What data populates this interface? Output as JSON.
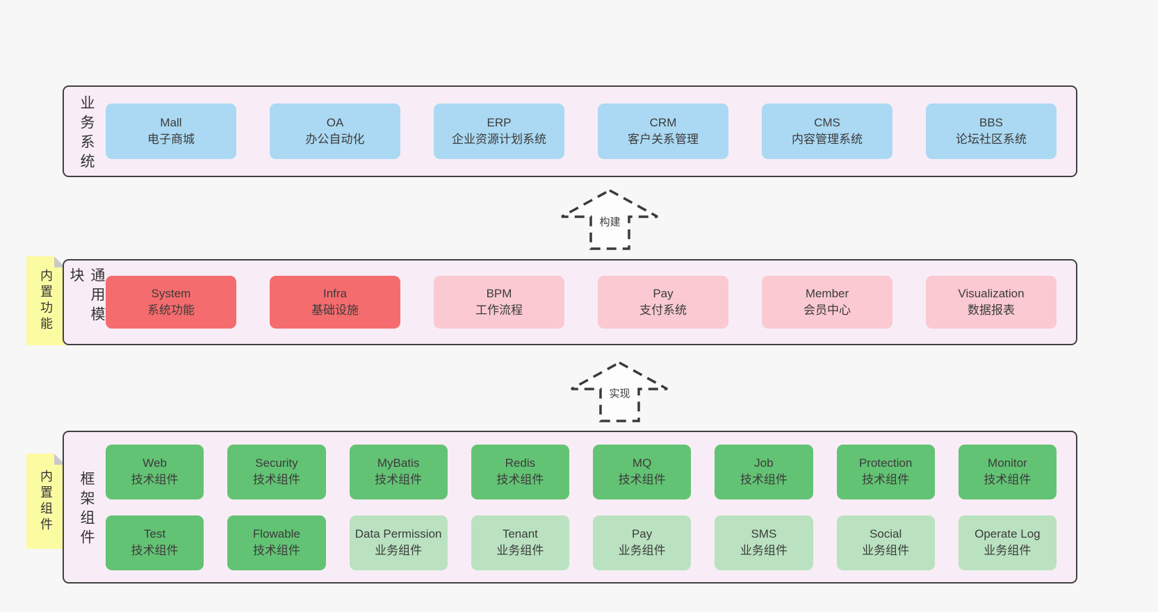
{
  "colors": {
    "background": "#f7f7f7",
    "panel_fill": "#f8edf6",
    "panel_border": "#404040",
    "text": "#3b3b3b",
    "line": "#3a3a3a",
    "arrow_fill": "#fdfdfd",
    "note_yellow": "#fbfba2",
    "note_fold": "#c9c9c9",
    "blue": "#abd9f3",
    "red": "#f56c6e",
    "pink": "#fac9d2",
    "green": "#63c374",
    "green_light": "#bae2c0"
  },
  "arrows": [
    {
      "label": "构建"
    },
    {
      "label": "实现"
    }
  ],
  "layers": [
    {
      "label": "业务系统",
      "note": null,
      "rows": [
        [
          {
            "name": "Mall",
            "subtitle": "电子商城",
            "variant": "blue"
          },
          {
            "name": "OA",
            "subtitle": "办公自动化",
            "variant": "blue"
          },
          {
            "name": "ERP",
            "subtitle": "企业资源计划系统",
            "variant": "blue"
          },
          {
            "name": "CRM",
            "subtitle": "客户关系管理",
            "variant": "blue"
          },
          {
            "name": "CMS",
            "subtitle": "内容管理系统",
            "variant": "blue"
          },
          {
            "name": "BBS",
            "subtitle": "论坛社区系统",
            "variant": "blue"
          }
        ]
      ]
    },
    {
      "label": "通用模块",
      "note": "内置功能",
      "rows": [
        [
          {
            "name": "System",
            "subtitle": "系统功能",
            "variant": "red"
          },
          {
            "name": "Infra",
            "subtitle": "基础设施",
            "variant": "red"
          },
          {
            "name": "BPM",
            "subtitle": "工作流程",
            "variant": "pink"
          },
          {
            "name": "Pay",
            "subtitle": "支付系统",
            "variant": "pink"
          },
          {
            "name": "Member",
            "subtitle": "会员中心",
            "variant": "pink"
          },
          {
            "name": "Visualization",
            "subtitle": "数据报表",
            "variant": "pink"
          }
        ]
      ]
    },
    {
      "label": "框架组件",
      "note": "内置组件",
      "rows": [
        [
          {
            "name": "Web",
            "subtitle": "技术组件",
            "variant": "green"
          },
          {
            "name": "Security",
            "subtitle": "技术组件",
            "variant": "green"
          },
          {
            "name": "MyBatis",
            "subtitle": "技术组件",
            "variant": "green"
          },
          {
            "name": "Redis",
            "subtitle": "技术组件",
            "variant": "green"
          },
          {
            "name": "MQ",
            "subtitle": "技术组件",
            "variant": "green"
          },
          {
            "name": "Job",
            "subtitle": "技术组件",
            "variant": "green"
          },
          {
            "name": "Protection",
            "subtitle": "技术组件",
            "variant": "green"
          },
          {
            "name": "Monitor",
            "subtitle": "技术组件",
            "variant": "green"
          }
        ],
        [
          {
            "name": "Test",
            "subtitle": "技术组件",
            "variant": "green"
          },
          {
            "name": "Flowable",
            "subtitle": "技术组件",
            "variant": "green"
          },
          {
            "name": "Data Permission",
            "subtitle": "业务组件",
            "variant": "green_light"
          },
          {
            "name": "Tenant",
            "subtitle": "业务组件",
            "variant": "green_light"
          },
          {
            "name": "Pay",
            "subtitle": "业务组件",
            "variant": "green_light"
          },
          {
            "name": "SMS",
            "subtitle": "业务组件",
            "variant": "green_light"
          },
          {
            "name": "Social",
            "subtitle": "业务组件",
            "variant": "green_light"
          },
          {
            "name": "Operate Log",
            "subtitle": "业务组件",
            "variant": "green_light"
          }
        ]
      ]
    }
  ]
}
